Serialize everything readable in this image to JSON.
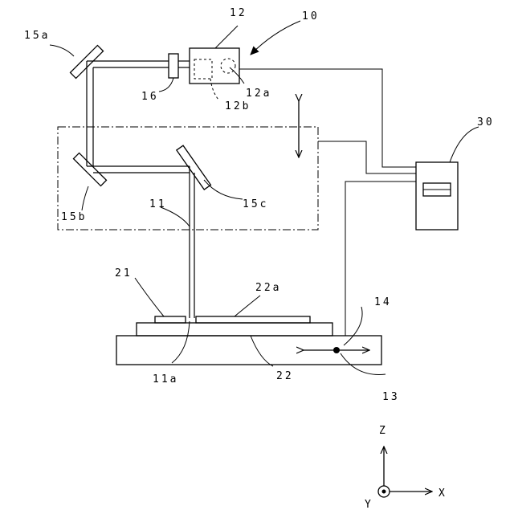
{
  "labels": {
    "l10": "10",
    "l12": "12",
    "l12a": "12a",
    "l12b": "12b",
    "l15a": "15a",
    "l15b": "15b",
    "l15c": "15c",
    "l16": "16",
    "l11": "11",
    "l11a": "11a",
    "l21": "21",
    "l22": "22",
    "l22a": "22a",
    "l13": "13",
    "l14": "14",
    "l30": "30"
  },
  "axes": {
    "z": "Z",
    "x": "X",
    "y": "Y"
  }
}
